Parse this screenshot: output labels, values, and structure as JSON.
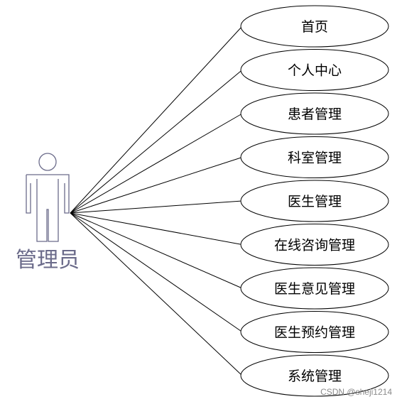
{
  "diagram": {
    "actor": {
      "label": "管理员"
    },
    "use_cases": [
      {
        "label": "首页"
      },
      {
        "label": "个人中心"
      },
      {
        "label": "患者管理"
      },
      {
        "label": "科室管理"
      },
      {
        "label": "医生管理"
      },
      {
        "label": "在线咨询管理"
      },
      {
        "label": "医生意见管理"
      },
      {
        "label": "医生预约管理"
      },
      {
        "label": "系统管理"
      }
    ]
  },
  "watermark": "CSDN @sheji1214",
  "colors": {
    "actor_stroke": "#6b6b8a",
    "ellipse_stroke": "#000000",
    "line": "#000000"
  }
}
